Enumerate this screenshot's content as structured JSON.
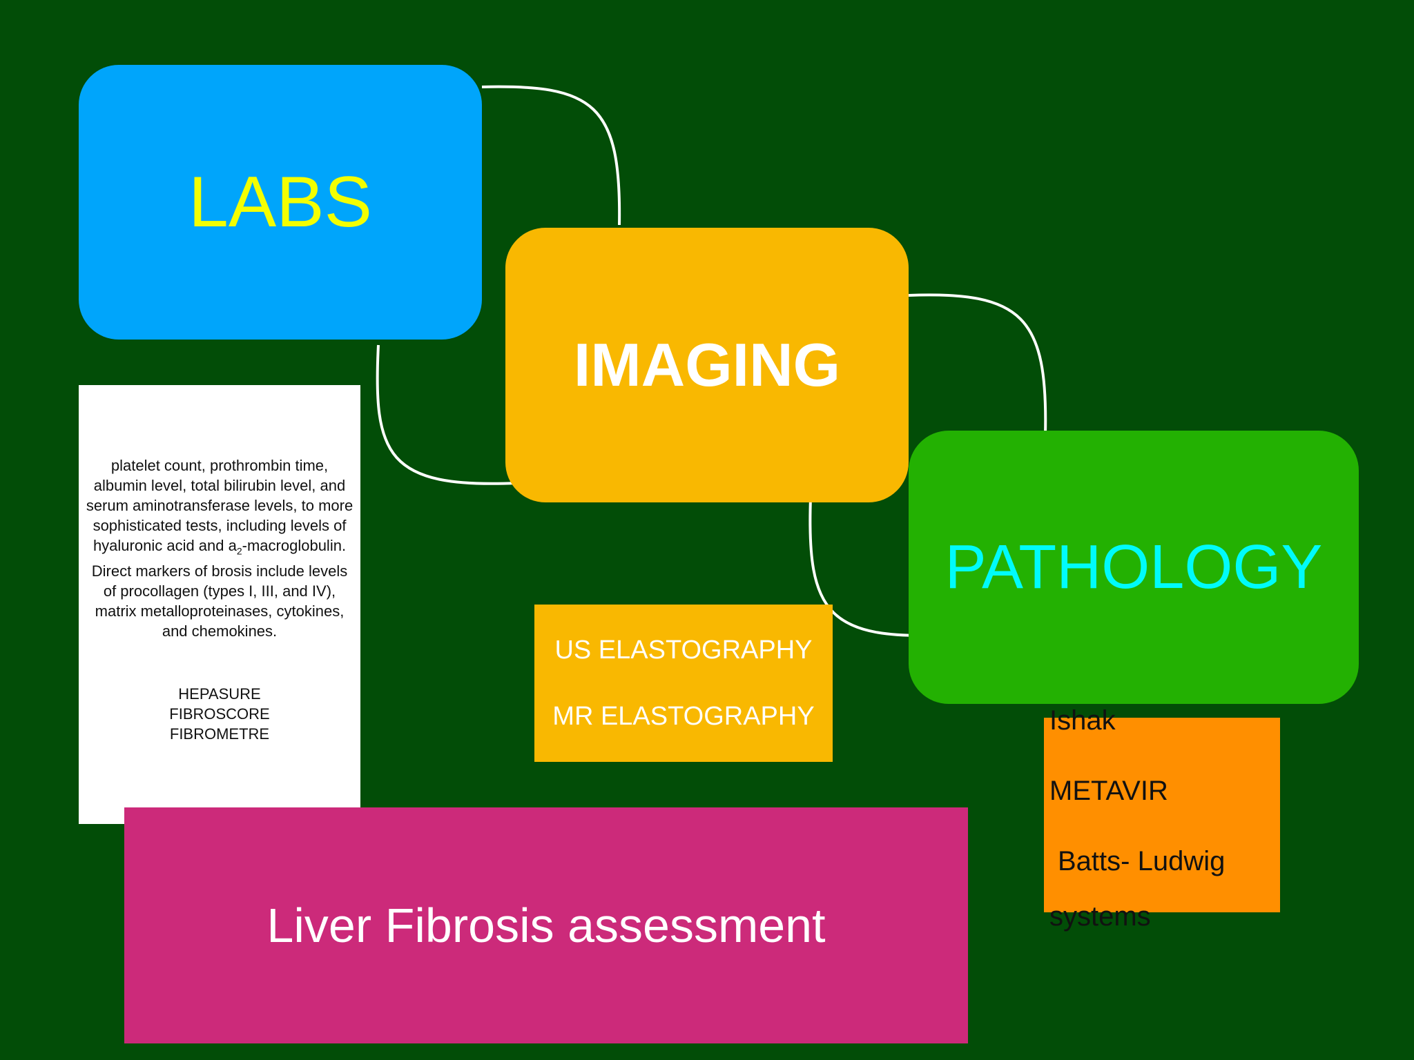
{
  "nodes": {
    "labs": "LABS",
    "imaging": "IMAGING",
    "pathology": "PATHOLOGY"
  },
  "labs_note": {
    "text_before_sub": "platelet count, prothrombin time, albumin level, total bilirubin level, and serum aminotransferase levels, to more sophisticated tests, including levels of hyaluronic acid and a",
    "subscript": "2",
    "text_after_sub": "-macroglobulin. Direct markers of brosis include levels of procollagen (types I, III, and IV), matrix metalloproteinases, cytokines, and chemokines.",
    "products": [
      "HEPASURE",
      "FIBROSCORE",
      "FIBROMETRE"
    ]
  },
  "imaging_note": [
    "US ELASTOGRAPHY",
    "MR ELASTOGRAPHY"
  ],
  "pathology_note": [
    "Ishak",
    "METAVIR",
    "Batts- Ludwig",
    "systems"
  ],
  "title": "Liver Fibrosis assessment",
  "colors": {
    "background": "#024d07",
    "labs": "#00a5fb",
    "imaging": "#f9b801",
    "pathology": "#23b102",
    "pathology_note": "#ff8f00",
    "title_box": "#cc2a7a"
  }
}
